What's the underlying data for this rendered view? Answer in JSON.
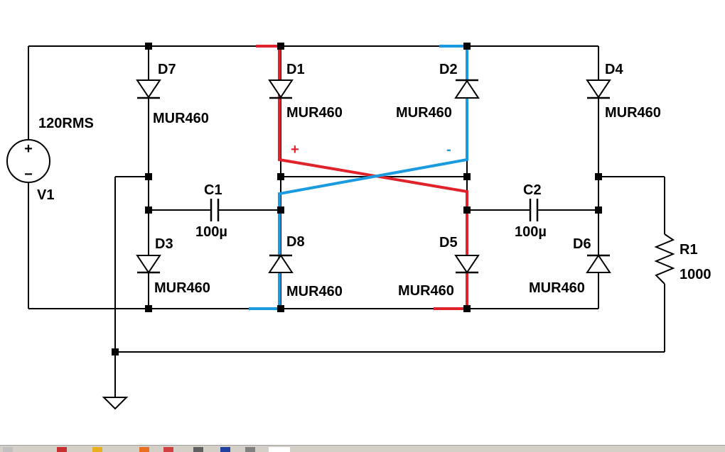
{
  "source": {
    "label": "120RMS",
    "name": "V1",
    "plus": "+",
    "minus": "−"
  },
  "diodes": [
    {
      "name": "D7",
      "model": "MUR460"
    },
    {
      "name": "D1",
      "model": "MUR460"
    },
    {
      "name": "D2",
      "model": "MUR460"
    },
    {
      "name": "D4",
      "model": "MUR460"
    },
    {
      "name": "D3",
      "model": "MUR460"
    },
    {
      "name": "D8",
      "model": "MUR460"
    },
    {
      "name": "D5",
      "model": "MUR460"
    },
    {
      "name": "D6",
      "model": "MUR460"
    }
  ],
  "capacitors": [
    {
      "name": "C1",
      "value": "100µ"
    },
    {
      "name": "C2",
      "value": "100µ"
    }
  ],
  "resistor": {
    "name": "R1",
    "value": "1000"
  },
  "polarity": {
    "plus": "+",
    "minus": "-"
  },
  "colors": {
    "wire": "#000000",
    "red_path": "#e0232a",
    "blue_path": "#1a9be0",
    "background": "#ffffff"
  }
}
